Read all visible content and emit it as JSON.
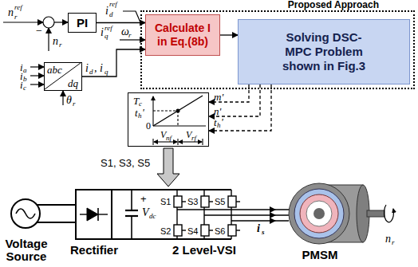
{
  "diagram": {
    "nodes": [
      {
        "text": [
          "PI"
        ]
      },
      {
        "text": [
          "Proposed Approach"
        ]
      },
      {
        "text": [
          "Calculate I in Eq.(8b)"
        ],
        "in": 1
      },
      {
        "text": [
          "Solving DSC-MPC Problem shown in Fig.3"
        ],
        "in": 1
      },
      {
        "text": [
          "abc",
          "dq"
        ]
      },
      {
        "text": [
          "T",
          "c",
          "t",
          "h",
          "'",
          "0",
          "V",
          "nf",
          "V",
          "rf"
        ]
      }
    ],
    "edges": [
      {
        "from": 0,
        "to": 2,
        "arrow": "to"
      },
      {
        "from": 4,
        "to": 2,
        "arrow": "to"
      },
      {
        "from": 2,
        "to": 3,
        "arrow": "to"
      },
      {
        "from": 3,
        "to": 5,
        "arrow": "to"
      },
      {
        "from": 3,
        "to": 5,
        "arrow": "to"
      },
      {
        "from": 3,
        "to": 5,
        "arrow": "to"
      }
    ],
    "labels": [
      "n",
      "r",
      "ref",
      "−",
      "n",
      "r",
      "i",
      "d",
      "ref",
      "i",
      "q",
      "ref",
      "ω",
      "r",
      "i",
      "a",
      "i",
      "b",
      "i",
      "c",
      "i",
      "d",
      ", i",
      "q",
      "θ",
      "r",
      "m'",
      "n'",
      "t",
      "h",
      "'",
      "S1, S3, S5",
      "+",
      "V",
      "dc",
      "S1",
      "S3",
      "S5",
      "S2",
      "S4",
      "S6",
      "i",
      "s",
      "n",
      "r",
      "Voltage Source",
      "Rectifier",
      "2 Level-VSI",
      "PMSM"
    ]
  }
}
